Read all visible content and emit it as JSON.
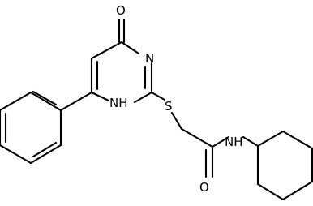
{
  "molecule": {
    "atoms": {
      "oxygen_top": "O",
      "nitrogen_ring": "N",
      "nh_ring": "NH",
      "sulfur": "S",
      "nh_amide": "NH",
      "oxygen_amide": "O"
    },
    "colors": {
      "bond": "#000000",
      "text": "#000000",
      "background": "#ffffff"
    }
  }
}
